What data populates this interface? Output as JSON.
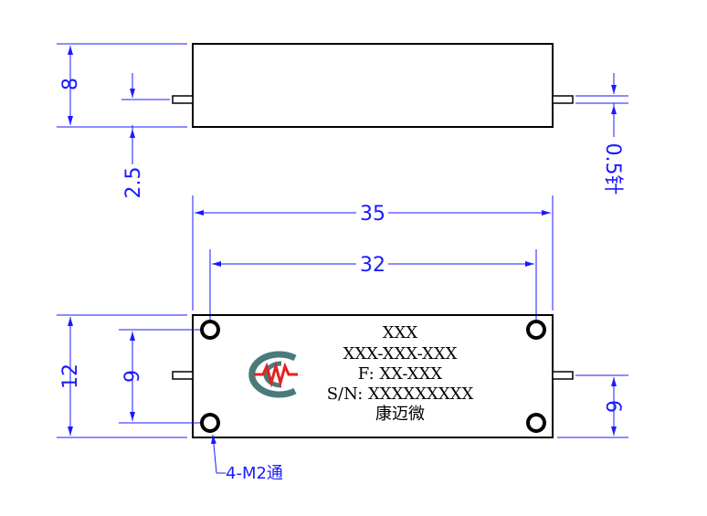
{
  "dimensions": {
    "height": "8",
    "pin_offset": "2.5",
    "pin_diameter": "0.5针",
    "length": "35",
    "hole_spacing_x": "32",
    "width": "12",
    "hole_spacing_y": "9",
    "pin_position": "6"
  },
  "mounting_note": "4-M2通",
  "nameplate": {
    "line1": "XXX",
    "line2": "XXX-XXX-XXX",
    "line3": "F: XX-XXX",
    "line4": "S/N: XXXXXXXXX",
    "line5": "康迈微"
  },
  "colors": {
    "dimension": "#1a1aff",
    "outline": "#000000",
    "logo_red": "#e62020",
    "logo_gray": "#4a7a7a"
  }
}
